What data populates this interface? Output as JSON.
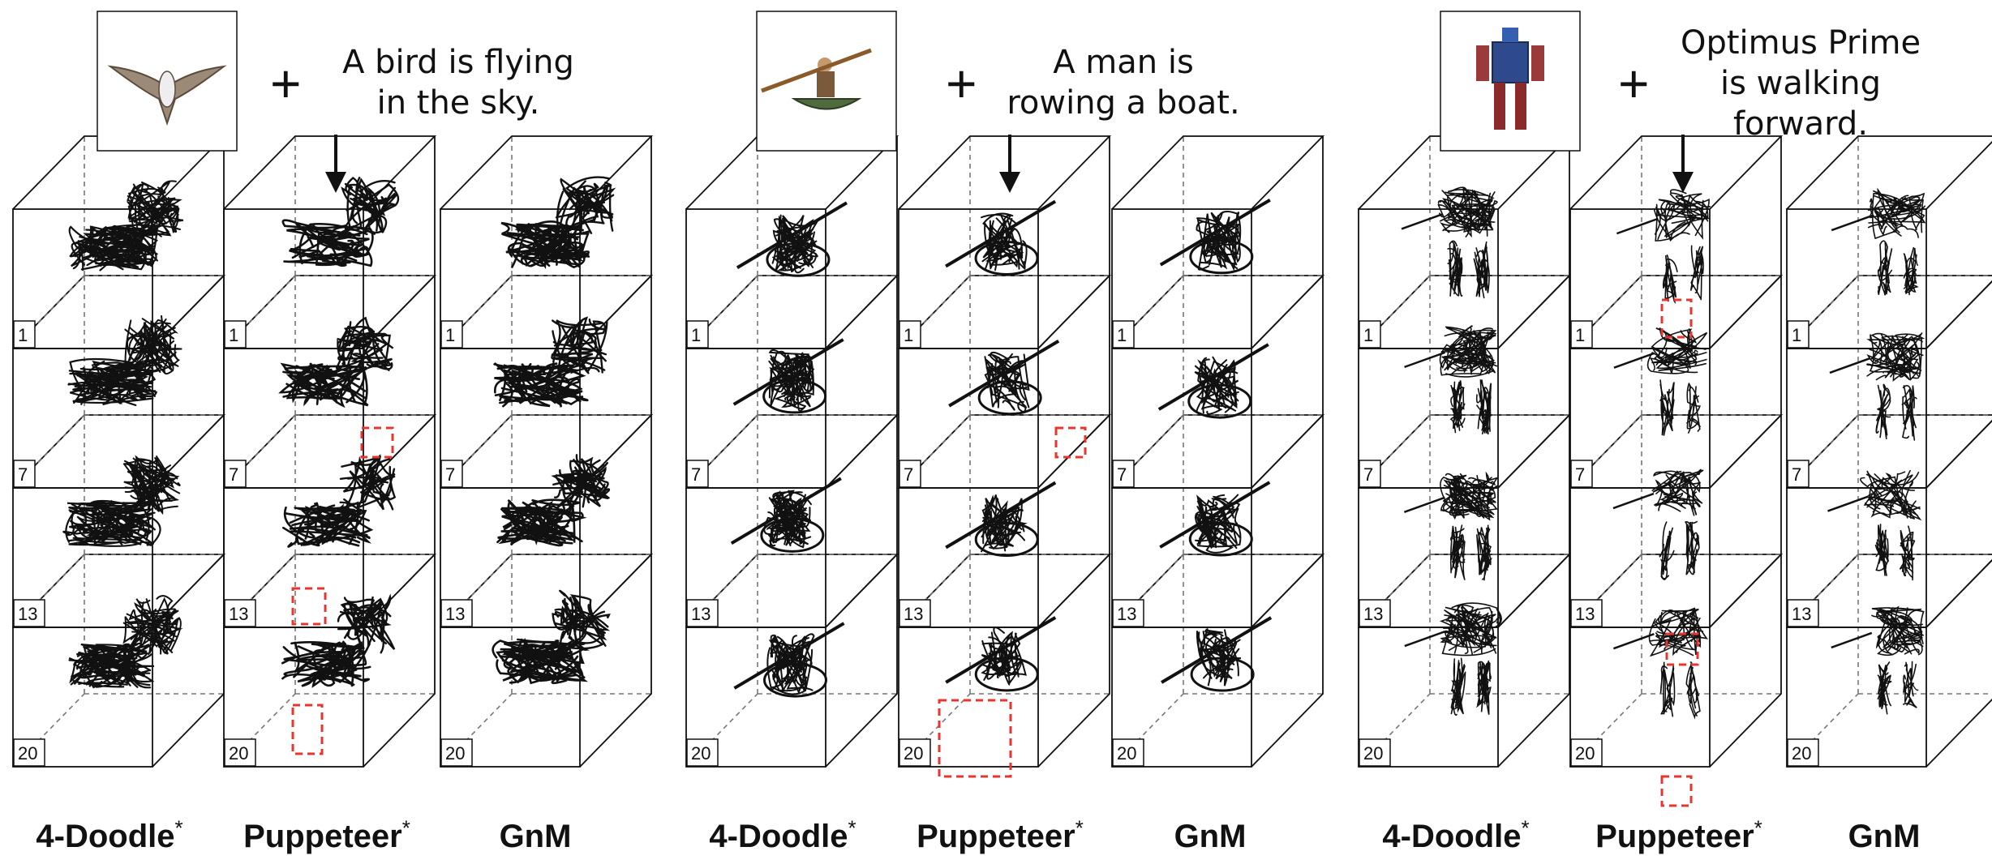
{
  "groups": [
    {
      "key": "bird",
      "image_icon": "bird-thumbnail-icon",
      "plus": "+",
      "prompt_lines": [
        "A bird is flying",
        "in the sky."
      ],
      "methods": [
        {
          "name": "4-Doodle",
          "sup": "*"
        },
        {
          "name": "Puppeteer",
          "sup": "*"
        },
        {
          "name": "GnM",
          "sup": ""
        }
      ]
    },
    {
      "key": "boat",
      "image_icon": "rowing-man-thumbnail-icon",
      "plus": "+",
      "prompt_lines": [
        "A man is",
        "rowing a boat."
      ],
      "methods": [
        {
          "name": "4-Doodle",
          "sup": "*"
        },
        {
          "name": "Puppeteer",
          "sup": "*"
        },
        {
          "name": "GnM",
          "sup": ""
        }
      ]
    },
    {
      "key": "robot",
      "image_icon": "robot-thumbnail-icon",
      "plus": "+",
      "prompt_lines": [
        "Optimus Prime",
        "is walking",
        "forward."
      ],
      "methods": [
        {
          "name": "4-Doodle",
          "sup": "*"
        },
        {
          "name": "Puppeteer",
          "sup": "*"
        },
        {
          "name": "GnM",
          "sup": ""
        }
      ]
    }
  ],
  "frame_labels": [
    "1",
    "7",
    "13",
    "20"
  ],
  "colors": {
    "ink": "#111111",
    "highlight": "#e8352f",
    "guide": "#777777"
  }
}
